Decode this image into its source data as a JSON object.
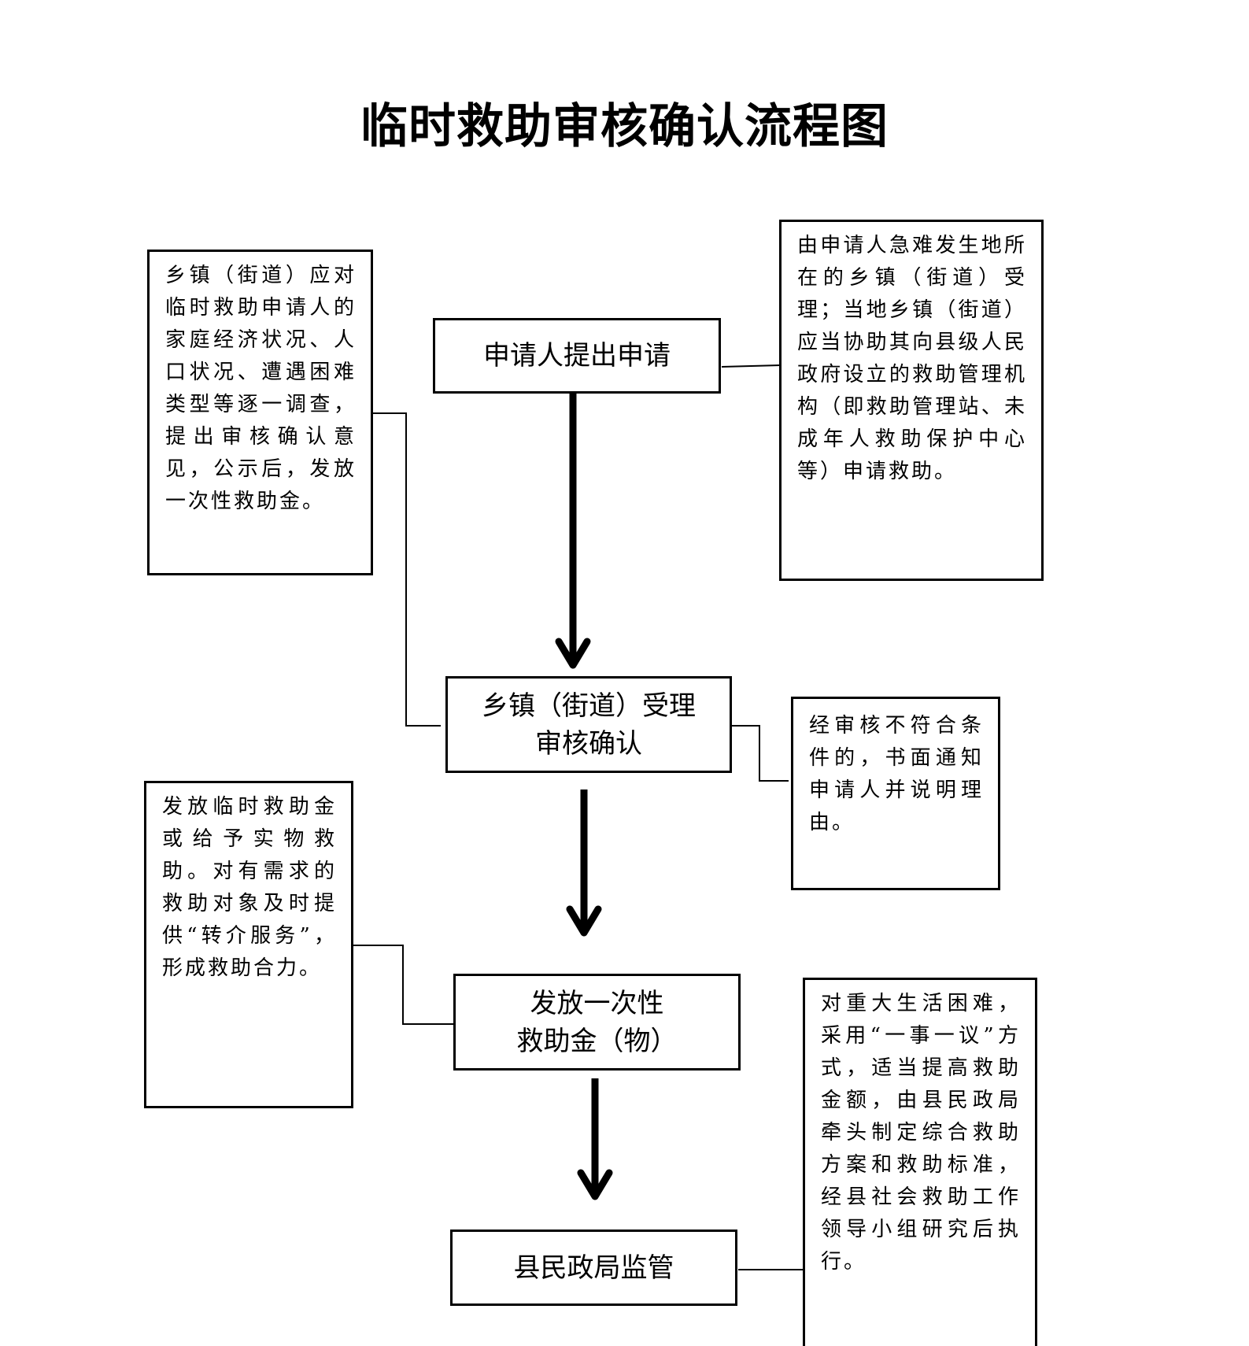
{
  "title": "临时救助审核确认流程图",
  "flow_steps": [
    {
      "label": "申请人提出申请"
    },
    {
      "label_line1": "乡镇（街道）受理",
      "label_line2": "审核确认"
    },
    {
      "label_line1": "发放一次性",
      "label_line2": "救助金（物）"
    },
    {
      "label": "县民政局监管"
    }
  ],
  "notes": {
    "apply_channel": "由申请人急难发生地所在的乡镇（街道）受理；当地乡镇（街道）应当协助其向县级人民政府设立的救助管理机构（即救助管理站、未成年人救助保护中心等）申请救助。",
    "township_review": "乡镇（街道）应对临时救助申请人的家庭经济状况、人口状况、遭遇困难类型等逐一调查，提出审核确认意见，公示后，发放一次性救助金。",
    "rejection": "经审核不符合条件的，书面通知申请人并说明理由。",
    "payment": "发放临时救助金或给予实物救助。对有需求的救助对象及时提供“转介服务”，形成救助合力。",
    "major_difficulty": "对重大生活困难，采用“一事一议”方式，适当提高救助金额，由县民政局牵头制定综合救助方案和救助标准，经县社会救助工作领导小组研究后执行。"
  },
  "colors": {
    "line": "#000000",
    "background": "#ffffff"
  }
}
